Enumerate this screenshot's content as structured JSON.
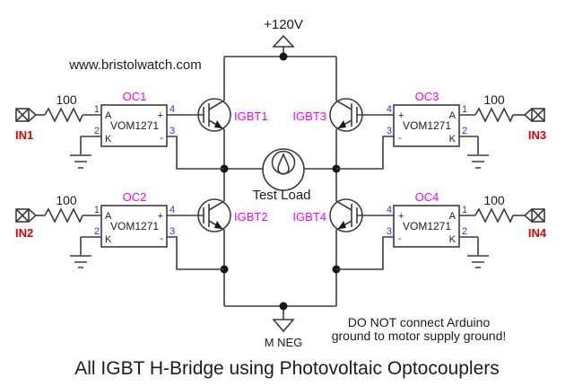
{
  "diagram": {
    "title": "All IGBT H-Bridge using Photovoltaic Optocouplers",
    "website": "www.bristolwatch.com",
    "supply": {
      "label": "+120V"
    },
    "motor_negative": {
      "label": "M NEG"
    },
    "load": {
      "label": "Test Load"
    },
    "warning": {
      "line1": "DO NOT connect Arduino",
      "line2": "ground to motor supply ground!"
    },
    "optocouplers": [
      {
        "ref": "OC1",
        "part": "VOM1271"
      },
      {
        "ref": "OC2",
        "part": "VOM1271"
      },
      {
        "ref": "OC3",
        "part": "VOM1271"
      },
      {
        "ref": "OC4",
        "part": "VOM1271"
      }
    ],
    "pin_labels": {
      "anode": "A",
      "cathode": "K",
      "plus": "+",
      "minus": "-",
      "p1": "1",
      "p2": "2",
      "p3": "3",
      "p4": "4"
    },
    "igbts": [
      {
        "ref": "IGBT1"
      },
      {
        "ref": "IGBT2"
      },
      {
        "ref": "IGBT3"
      },
      {
        "ref": "IGBT4"
      }
    ],
    "inputs": [
      {
        "ref": "IN1",
        "series_resistance": "100"
      },
      {
        "ref": "IN2",
        "series_resistance": "100"
      },
      {
        "ref": "IN3",
        "series_resistance": "100"
      },
      {
        "ref": "IN4",
        "series_resistance": "100"
      }
    ],
    "colors": {
      "wire": "#3c3c3c",
      "text": "#1c1c1c",
      "component_label": "#ff00ff",
      "pin_number": "#2d2dee",
      "input_label": "#e80000"
    }
  }
}
